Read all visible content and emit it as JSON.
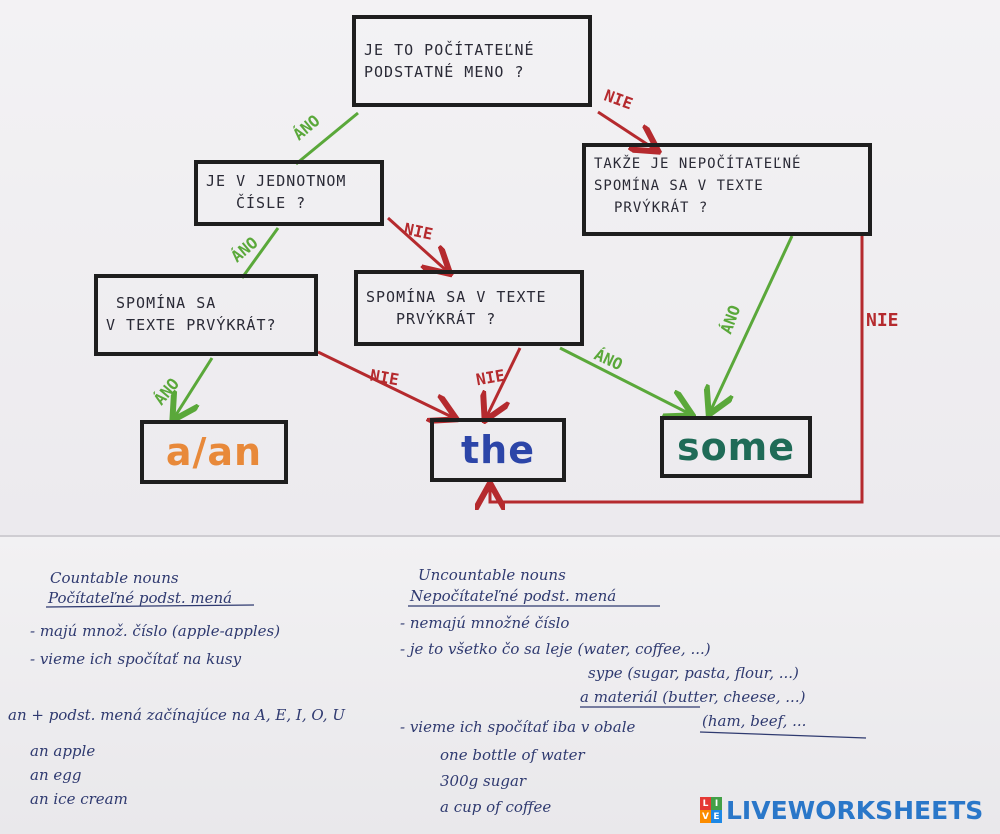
{
  "nodes": {
    "q1": {
      "lines": [
        "Je to počítateľné",
        "podstatné meno ?"
      ]
    },
    "q2": {
      "lines": [
        "Je v jednotnom",
        "čísle ?"
      ]
    },
    "q3": {
      "lines": [
        "Takže je nepočítateľné",
        "spomína sa v texte",
        "prvýkrát ?"
      ]
    },
    "q4": {
      "lines": [
        "Spomína sa",
        "v texte prvýkrát?"
      ]
    },
    "q5": {
      "lines": [
        "Spomína sa v texte",
        "prvýkrát ?"
      ]
    }
  },
  "results": {
    "a_an": {
      "text": "a/an",
      "color": "#e8893a"
    },
    "the": {
      "text": "the",
      "color": "#2c45a8"
    },
    "some": {
      "text": "some",
      "color": "#1f6b57"
    }
  },
  "edge_labels": {
    "yes": "ÁNO",
    "no": "NIE"
  },
  "notes": {
    "countable": {
      "title": "Countable nouns",
      "subtitle": "Počítateľné podst. mená",
      "items": [
        "- majú množ. číslo (apple-apples)",
        "- vieme ich spočítať na kusy"
      ],
      "an_rule": "an + podst. mená začínajúce na A, E, I, O, U",
      "examples": [
        "an apple",
        "an egg",
        "an ice cream"
      ]
    },
    "uncountable": {
      "title": "Uncountable nouns",
      "subtitle": "Nepočítateľné podst. mená",
      "items": [
        "- nemajú množné číslo",
        "- je to všetko čo sa leje (water, coffee, ...)",
        "sype (sugar, pasta, flour, ...)",
        "a materiál (butter, cheese, ...)",
        "(ham, beef, ...",
        "- vieme ich spočítať iba v obale"
      ],
      "examples": [
        "one bottle of water",
        "300g sugar",
        "a cup of coffee"
      ]
    }
  },
  "colors": {
    "yes": "#5aa83a",
    "no": "#b52a2e",
    "ink": "#2f3a70"
  },
  "logo": {
    "badge": [
      "L",
      "I",
      "V",
      "E"
    ],
    "text": "LIVEWORKSHEETS"
  }
}
